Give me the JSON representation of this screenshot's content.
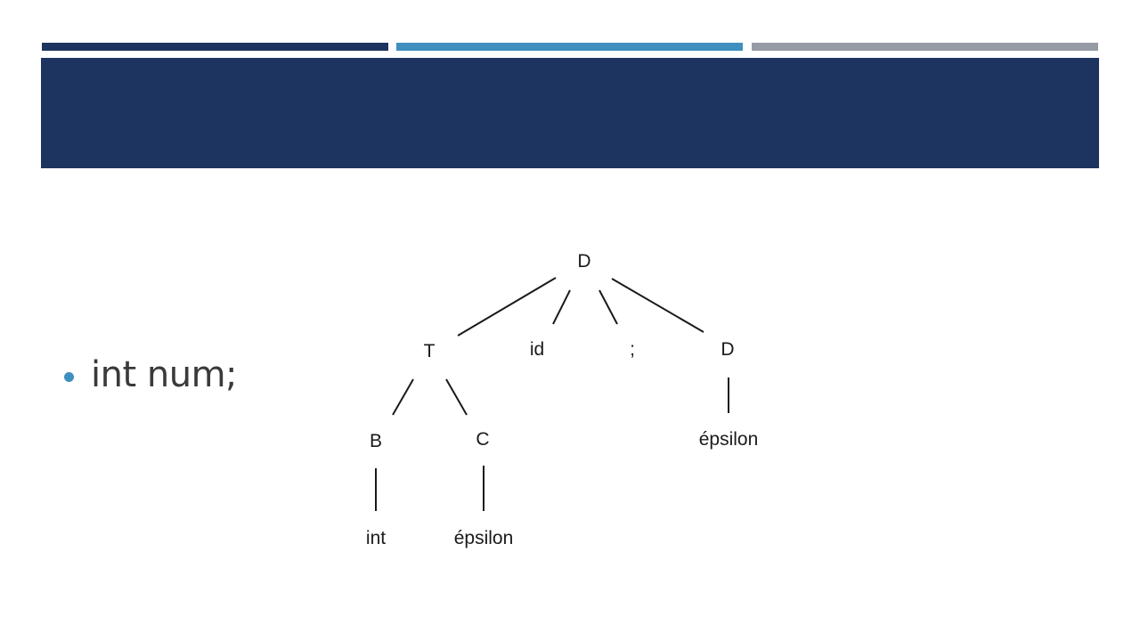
{
  "colors": {
    "navy": "#1e3460",
    "steel_blue": "#3f8fbf",
    "gray": "#969ca6",
    "title_band": "#1e3460",
    "bullet": "#3f8fbf"
  },
  "bullets": [
    {
      "text": "int num;"
    }
  ],
  "tree": {
    "nodes": {
      "root_D": "D",
      "T": "T",
      "id": "id",
      "semicolon": ";",
      "D2": "D",
      "B": "B",
      "C": "C",
      "epsilon_D": "épsilon",
      "int": "int",
      "epsilon_C": "épsilon"
    }
  }
}
